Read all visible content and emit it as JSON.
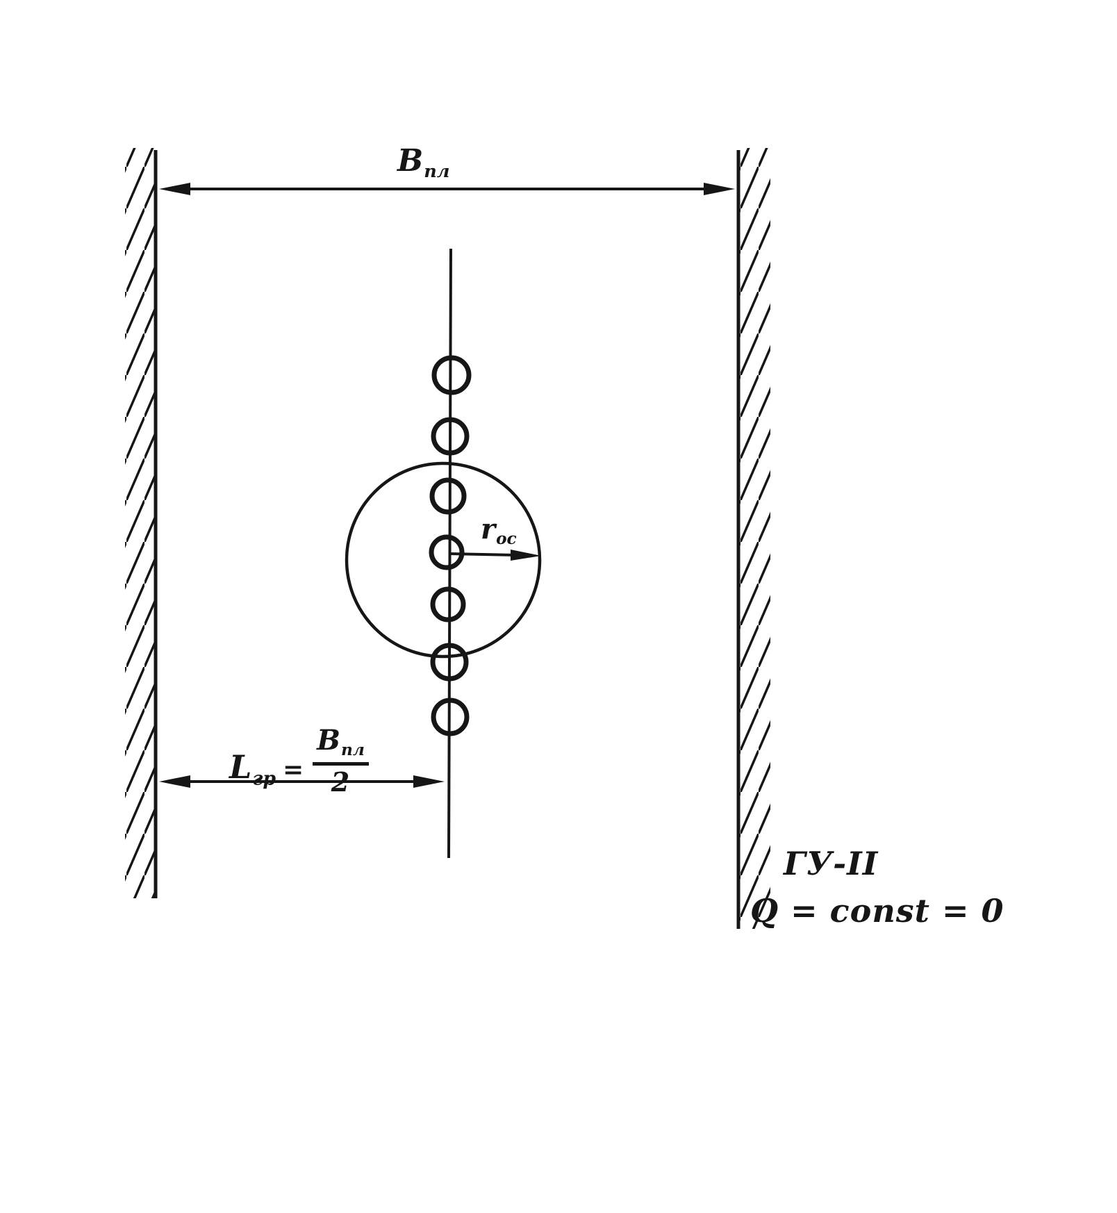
{
  "figure": {
    "width_label": {
      "base": "B",
      "sub": "пл"
    },
    "radius_label": {
      "base": "r",
      "sub": "ос"
    },
    "half_width_label": {
      "base": "L",
      "sub": "гр",
      "equals": "=",
      "numerator": {
        "base": "B",
        "sub": "пл"
      },
      "denominator": "2"
    },
    "boundary_note": {
      "line1": "ГУ-II",
      "line2": "Q = const = 0"
    }
  },
  "colors": {
    "ink": "#161616",
    "paper": "#ffffff"
  }
}
